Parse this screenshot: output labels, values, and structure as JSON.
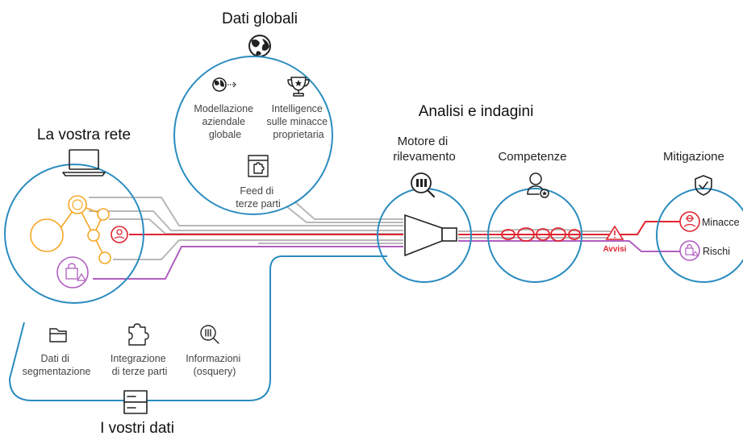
{
  "titles": {
    "global_data": "Dati globali",
    "your_network": "La vostra rete",
    "analysis": "Analisi e indagini",
    "your_data": "I vostri dati"
  },
  "global": {
    "modeling": [
      "Modellazione",
      "aziendale",
      "globale"
    ],
    "intelligence": [
      "Intelligence",
      "sulle minacce",
      "proprietaria"
    ],
    "feeds": [
      "Feed di",
      "terze parti"
    ]
  },
  "stages": {
    "engine": [
      "Motore di",
      "rilevamento"
    ],
    "skills": "Competenze",
    "mitigation": "Mitigazione"
  },
  "alerts_label": "Avvisi",
  "outcomes": {
    "threats": "Minacce",
    "risks": "Rischi"
  },
  "data_sources": {
    "segmentation": [
      "Dati di",
      "segmentazione"
    ],
    "integration": [
      "Integrazione",
      "di terze parti"
    ],
    "information": [
      "Informazioni",
      "(osquery)"
    ]
  },
  "colors": {
    "ring": "#2a8cbf",
    "network_node": "#f5a623",
    "threat": "#e0242f",
    "risk": "#b15fc0",
    "neutral_line": "#b0b0b0"
  }
}
